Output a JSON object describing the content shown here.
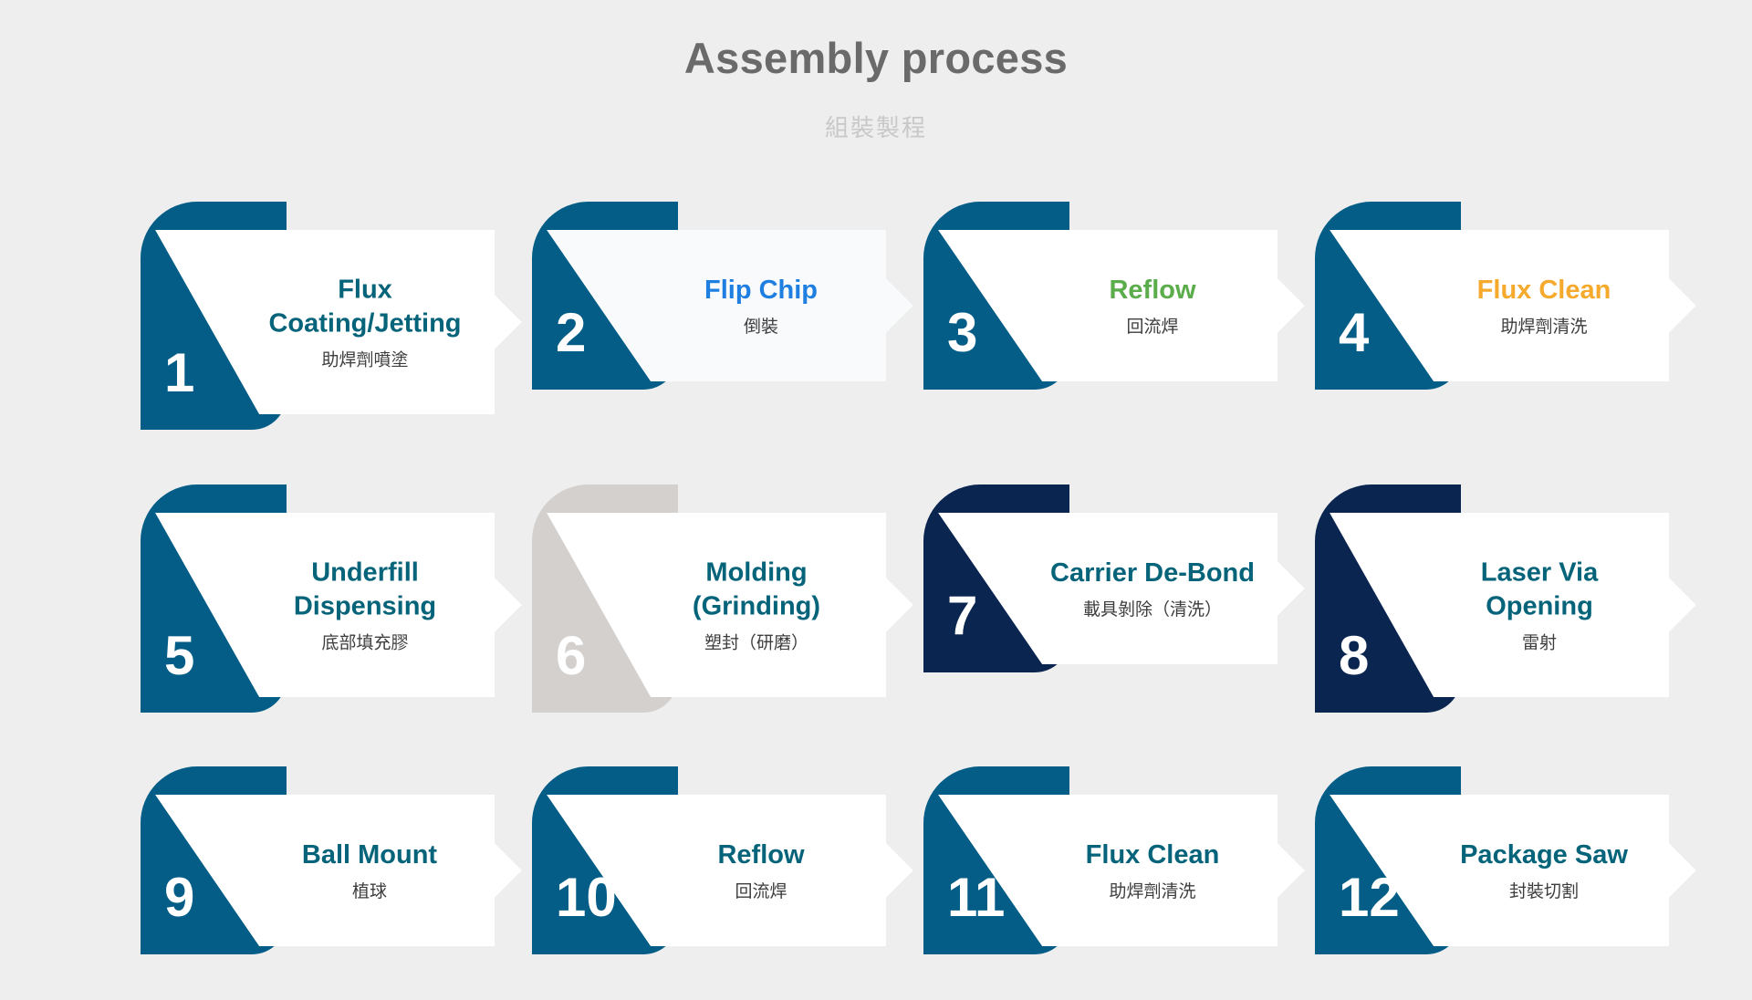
{
  "page": {
    "title": "Assembly process",
    "subtitle": "組裝製程"
  },
  "colors": {
    "background": "#eeeeee",
    "teal_blue": "#035d86",
    "navy": "#0b2551",
    "light_gray": "#d3d0ce",
    "title_teal": "#05637a",
    "title_blue": "#1e7fe0",
    "title_green": "#5aad4a",
    "title_orange": "#f6aa2d"
  },
  "steps": [
    {
      "number": "1",
      "title": "Flux Coating/Jetting",
      "subtitle": "助焊劑噴塗",
      "badge_color": "teal_blue",
      "title_color": "title_teal"
    },
    {
      "number": "2",
      "title": "Flip Chip",
      "subtitle": "倒裝",
      "badge_color": "teal_blue",
      "title_color": "title_blue"
    },
    {
      "number": "3",
      "title": "Reflow",
      "subtitle": "回流焊",
      "badge_color": "teal_blue",
      "title_color": "title_green"
    },
    {
      "number": "4",
      "title": "Flux Clean",
      "subtitle": "助焊劑清洗",
      "badge_color": "teal_blue",
      "title_color": "title_orange"
    },
    {
      "number": "5",
      "title": "Underfill Dispensing",
      "subtitle": "底部填充膠",
      "badge_color": "teal_blue",
      "title_color": "title_teal"
    },
    {
      "number": "6",
      "title": "Molding (Grinding)",
      "subtitle": "塑封（研磨）",
      "badge_color": "light_gray",
      "title_color": "title_teal"
    },
    {
      "number": "7",
      "title": "Carrier De-Bond",
      "subtitle": "載具剝除（清洗）",
      "badge_color": "navy",
      "title_color": "title_teal"
    },
    {
      "number": "8",
      "title": "Laser Via Opening",
      "subtitle": "雷射",
      "badge_color": "navy",
      "title_color": "title_teal"
    },
    {
      "number": "9",
      "title": "Ball Mount",
      "subtitle": "植球",
      "badge_color": "teal_blue",
      "title_color": "title_teal"
    },
    {
      "number": "10",
      "title": "Reflow",
      "subtitle": "回流焊",
      "badge_color": "teal_blue",
      "title_color": "title_teal"
    },
    {
      "number": "11",
      "title": "Flux Clean",
      "subtitle": "助焊劑清洗",
      "badge_color": "teal_blue",
      "title_color": "title_teal"
    },
    {
      "number": "12",
      "title": "Package Saw",
      "subtitle": "封裝切割",
      "badge_color": "teal_blue",
      "title_color": "title_teal"
    }
  ]
}
